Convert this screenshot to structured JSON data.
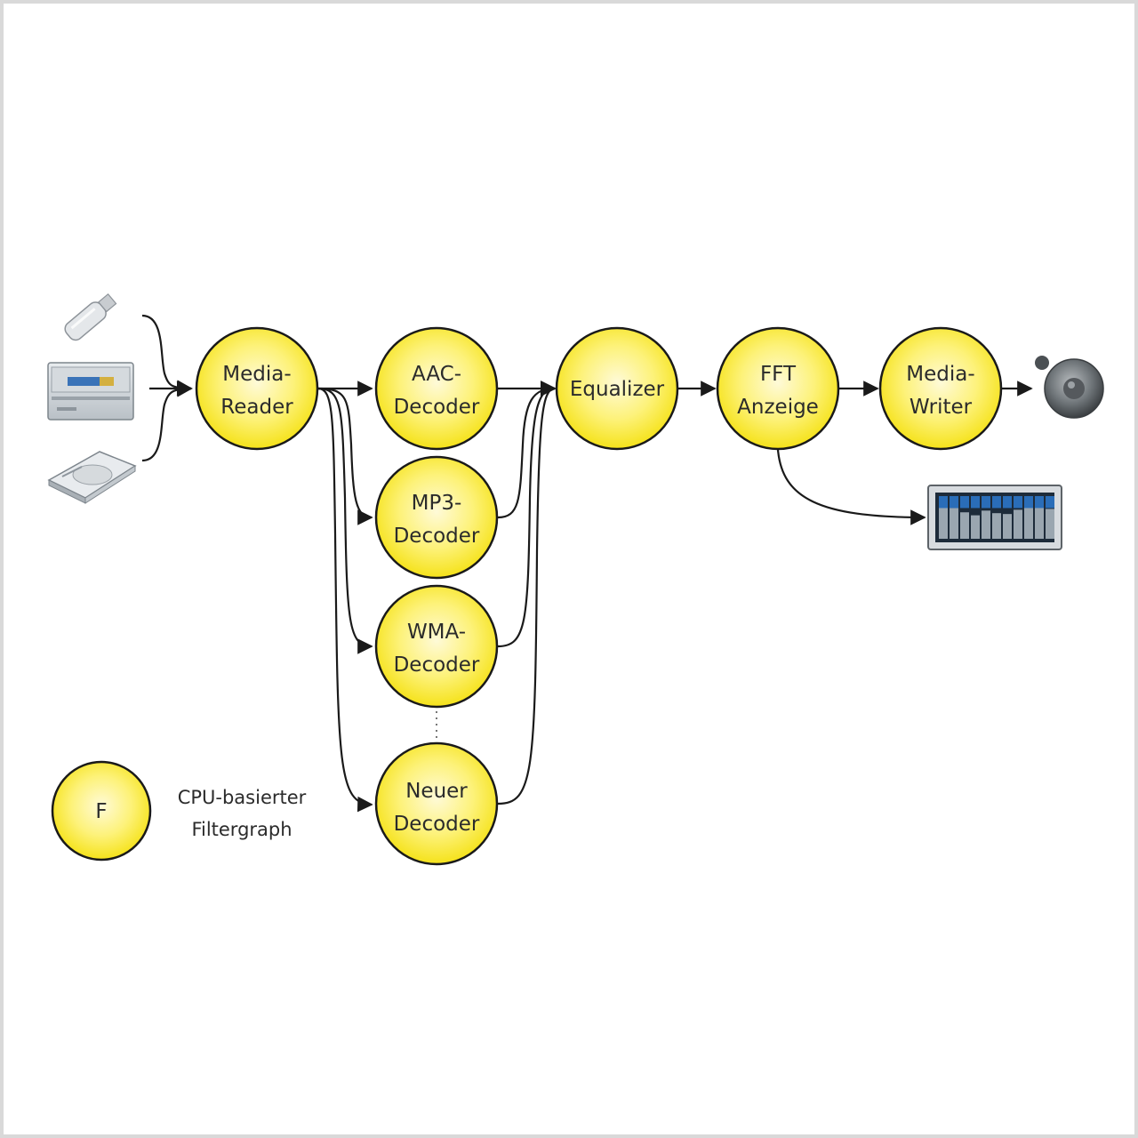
{
  "nodes": {
    "media_reader": [
      "Media-",
      "Reader"
    ],
    "aac_decoder": [
      "AAC-",
      "Decoder"
    ],
    "mp3_decoder": [
      "MP3-",
      "Decoder"
    ],
    "wma_decoder": [
      "WMA-",
      "Decoder"
    ],
    "neuer_decoder": [
      "Neuer",
      "Decoder"
    ],
    "equalizer": [
      "Equalizer"
    ],
    "fft_anzeige": [
      "FFT",
      "Anzeige"
    ],
    "media_writer": [
      "Media-",
      "Writer"
    ]
  },
  "legend": {
    "symbol": "F",
    "text": [
      "CPU-basierter",
      "Filtergraph"
    ]
  },
  "icons": {
    "sources": [
      "usb-stick-icon",
      "optical-drive-icon",
      "hard-disk-icon"
    ],
    "output": "speaker-icon",
    "display": "spectrum-display-icon"
  },
  "colors": {
    "node_fill": "#fcee2f",
    "node_center": "#fefad8",
    "node_stroke": "#1a1a1a",
    "edge": "#1a1a1a",
    "frame": "#d9d9d9",
    "spectrum_bar": "#2a6db8"
  }
}
